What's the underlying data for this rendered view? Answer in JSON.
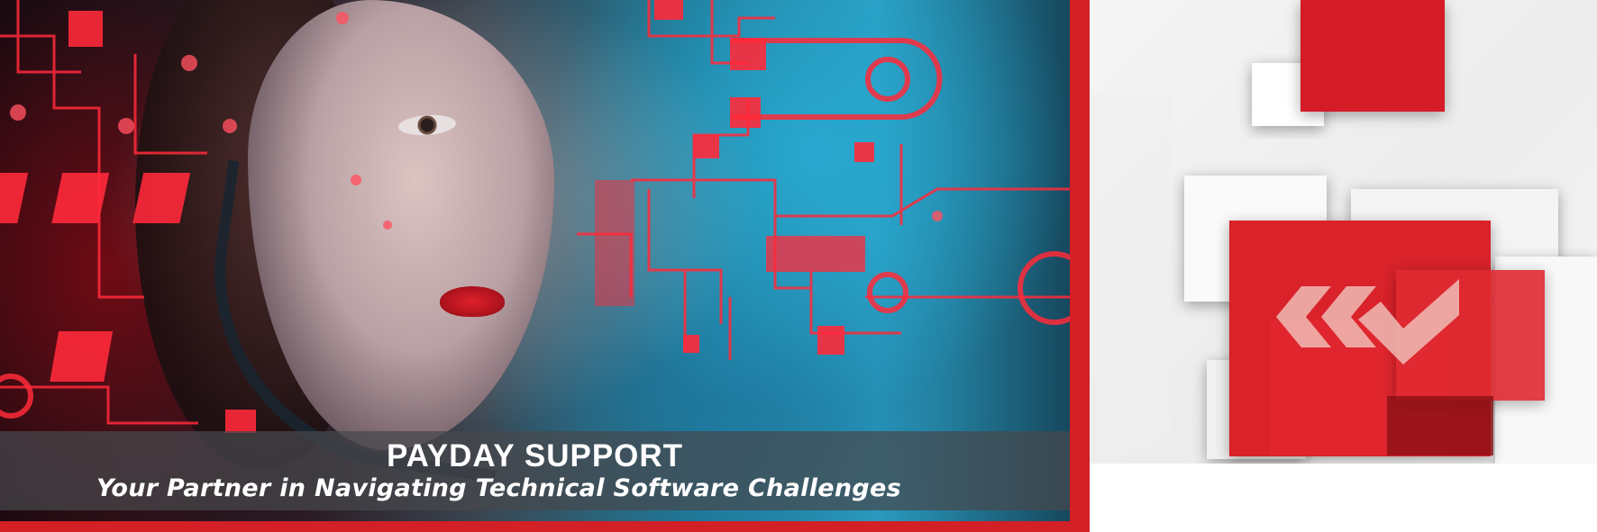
{
  "banner": {
    "title": "PAYDAY SUPPORT",
    "subtitle": "Your Partner in Navigating Technical Software Challenges"
  },
  "colors": {
    "brand_red": "#d31f26",
    "caption_bg": "#46484c",
    "circuit_red": "#ff2a3a",
    "panel_bg": "#f2f2f2"
  },
  "icons": {
    "logo": "chevrons-checkmark-logo"
  }
}
